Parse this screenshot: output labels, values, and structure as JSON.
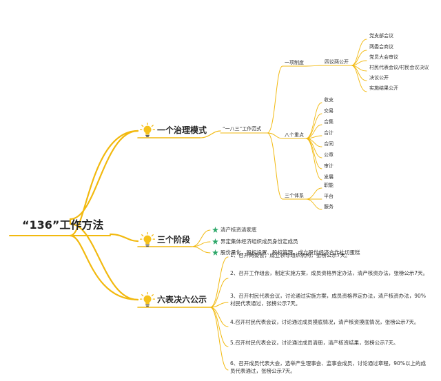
{
  "root": "“136”工作方法",
  "branches": {
    "b1": {
      "label": "一个治理模式",
      "icon": "lightbulb-icon",
      "sub": "“一八三”工作范式",
      "g1": {
        "label": "一项制度",
        "sub": "四议两公开",
        "leaves": [
          "党支部会议",
          "两委会商议",
          "党员大会审议",
          "村民代表会议/村民会议决议",
          "决议公开",
          "实施结果公开"
        ]
      },
      "g2": {
        "label": "八个重点",
        "leaves": [
          "收支",
          "交易",
          "合集",
          "合计",
          "合同",
          "公章",
          "审计",
          "发展"
        ]
      },
      "g3": {
        "label": "三个体系",
        "leaves": [
          "职能",
          "平台",
          "服务"
        ]
      }
    },
    "b2": {
      "label": "三个阶段",
      "icon": "lightbulb-icon",
      "items": [
        "清产核资清家底",
        "界定集体经济组织成员身份定成员",
        "股份量化、股权设置、股权管理、成立股份经济合作社切蛋糕"
      ],
      "item_icon": "star-icon"
    },
    "b3": {
      "label": "六表决六公示",
      "icon": "lightbulb-icon",
      "items": [
        "1、召开两委会，成立领导组织机构，张榜公示7天。",
        "2、召开工作组会，制定实施方案，成员资格界定办法，清产核资办法，张榜公示7天。",
        "3、召开村民代表会议，讨论通过实施方案，成员资格界定办法，清产核资办法，90%村民代表通过，张榜公示7天。",
        "4.召开村民代表会议，讨论通过成员摸底情况，清产核资摸底情况，张榜公示7天。",
        "5.召开村民代表会议，讨论通过成员清册，清产核资结果，张榜公示7天。",
        "6、召开成员代表大会，选举产生理事会、监事会成员，讨论通过章程，90%以上的成员代表通过，张榜公示7天。"
      ]
    }
  },
  "colors": {
    "line": "#f2b90f",
    "star": "#2ea86a",
    "bulb": "#f6c21c"
  }
}
